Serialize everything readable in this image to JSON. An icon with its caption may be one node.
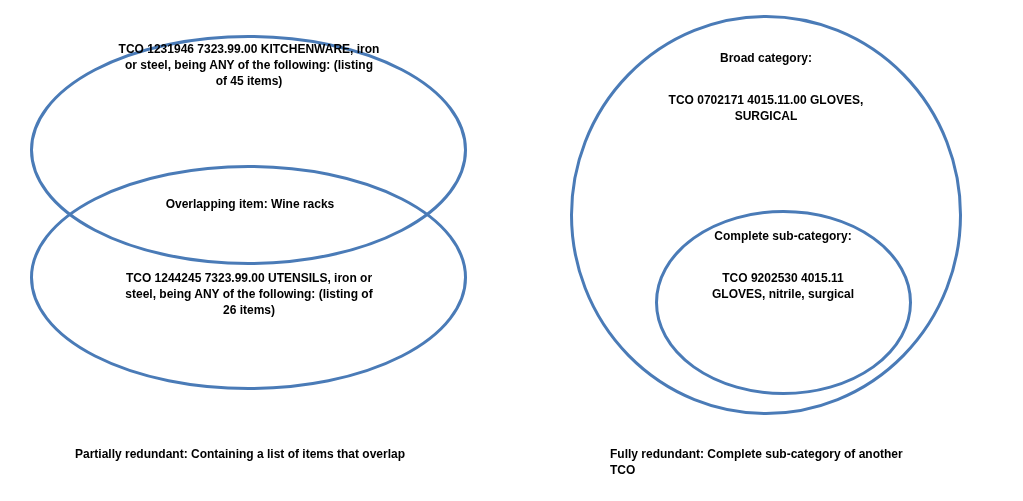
{
  "diagram": {
    "nodes": [
      {
        "text": [
          "TCO 1231946 7323.99.00 KITCHENWARE, iron or steel, being ANY of the following: (listing of 45 items)"
        ]
      },
      {
        "text": [
          "TCO 1244245 7323.99.00 UTENSILS, iron or steel, being ANY of the following: (listing of 26 items)"
        ]
      },
      {
        "text": [
          "Broad category:",
          "TCO 0702171 4015.11.00 GLOVES, SURGICAL"
        ]
      },
      {
        "text": [
          "Complete sub-category:",
          "TCO 9202530 4015.11 GLOVES, nitrile, surgical"
        ],
        "in": 2
      }
    ],
    "labels": [
      "Overlapping item: Wine racks",
      "Partially redundant: Containing a list of items that overlap",
      "Fully redundant: Complete sub-category of another TCO"
    ]
  }
}
